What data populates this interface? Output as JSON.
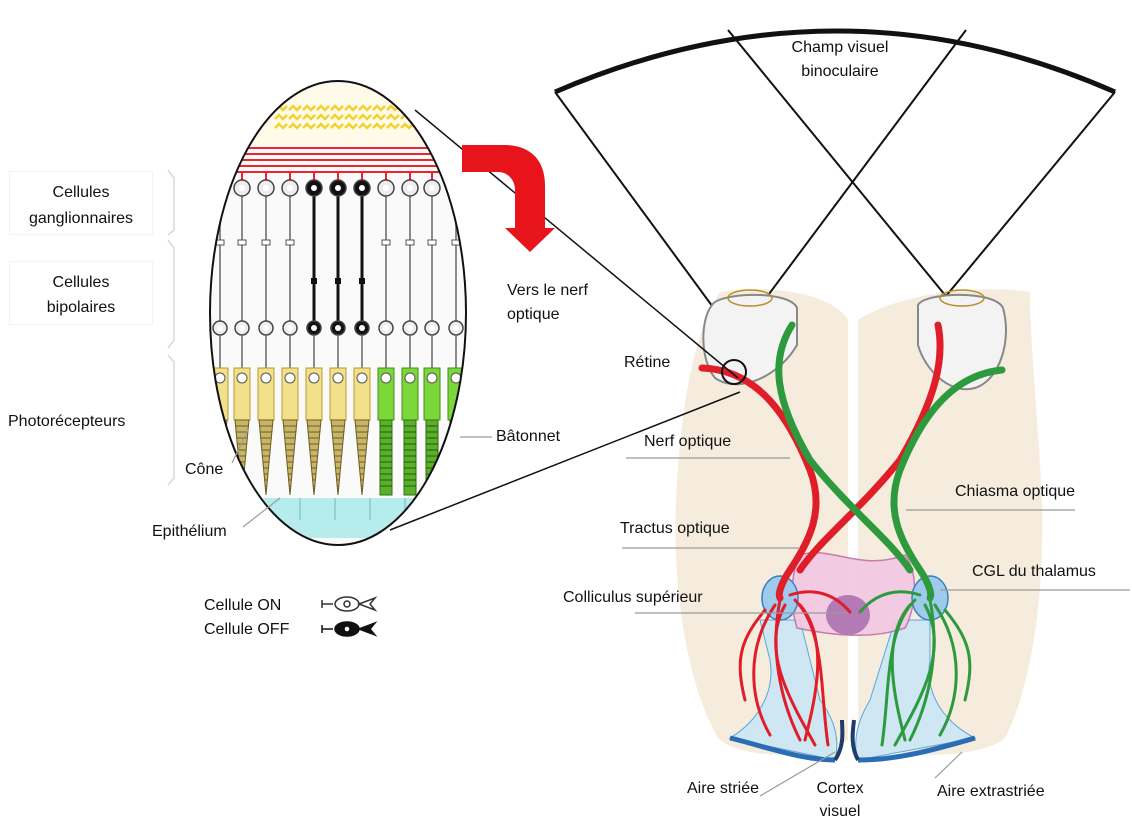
{
  "labels": {
    "champ_visuel": [
      "Champ visuel",
      "binoculaire"
    ],
    "cellules_ganglionnaires": [
      "Cellules",
      "ganglionnaires"
    ],
    "cellules_bipolaires": [
      "Cellules",
      "bipolaires"
    ],
    "photorecepteurs": "Photorécepteurs",
    "cone": "Cône",
    "batonnet": "Bâtonnet",
    "epithelium": "Epithélium",
    "vers_nerf_optique": [
      "Vers le nerf",
      "optique"
    ],
    "retine": "Rétine",
    "nerf_optique": "Nerf optique",
    "chiasma_optique": "Chiasma optique",
    "tractus_optique": "Tractus optique",
    "cgl_thalamus": "CGL du thalamus",
    "colliculus": "Colliculus supérieur",
    "aire_striee": "Aire striée",
    "cortex_visuel": [
      "Cortex",
      "visuel"
    ],
    "aire_extrastriee": "Aire extrastriée"
  },
  "legend": {
    "on": "Cellule ON",
    "off": "Cellule OFF"
  },
  "colors": {
    "left_pathway": "#e01e2a",
    "right_pathway": "#2e9a3e",
    "arrow": "#e8141c",
    "brain_bg": "#f5ecdd",
    "cortex_blue": "#cfe6f3",
    "cortex_edge": "#2a6db5",
    "thalamus": "#f2c7e2",
    "colliculus": "#b37ab5",
    "cgl": "#9ecbec",
    "cone_yellow": "#f2e08a",
    "rod_green": "#7cd83a",
    "epithelium": "#b7ecec"
  }
}
